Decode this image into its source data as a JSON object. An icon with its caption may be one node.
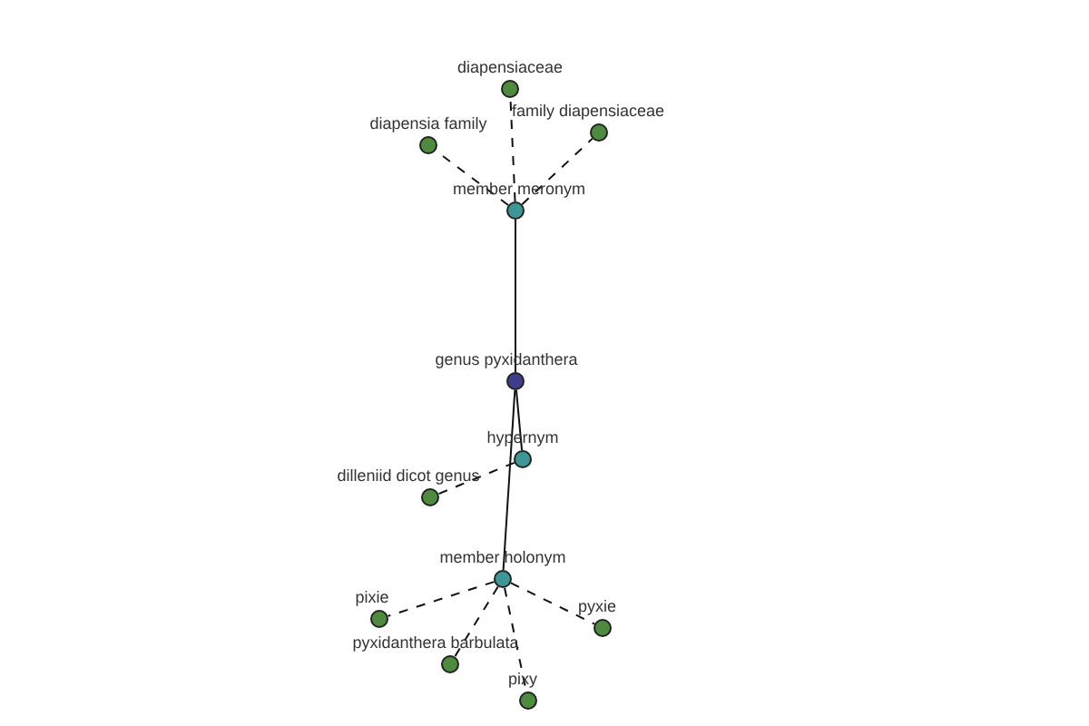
{
  "diagram": {
    "nodes": [
      {
        "text": [
          "diapensiaceae"
        ]
      },
      {
        "text": [
          "diapensia family"
        ]
      },
      {
        "text": [
          "family diapensiaceae"
        ]
      },
      {
        "text": [
          "member meronym"
        ]
      },
      {
        "text": [
          "genus pyxidanthera"
        ]
      },
      {
        "text": [
          "hypernym"
        ]
      },
      {
        "text": [
          "dilleniid dicot genus"
        ]
      },
      {
        "text": [
          "member holonym"
        ]
      },
      {
        "text": [
          "pixie"
        ]
      },
      {
        "text": [
          "pyxie"
        ]
      },
      {
        "text": [
          "pyxidanthera barbulata"
        ]
      },
      {
        "text": [
          "pixy"
        ]
      }
    ],
    "edges": [
      {
        "from": 3,
        "to": 0,
        "arrow": "none",
        "style": "dashed"
      },
      {
        "from": 3,
        "to": 1,
        "arrow": "none",
        "style": "dashed"
      },
      {
        "from": 3,
        "to": 2,
        "arrow": "none",
        "style": "dashed"
      },
      {
        "from": 4,
        "to": 3,
        "arrow": "none"
      },
      {
        "from": 4,
        "to": 5,
        "arrow": "none"
      },
      {
        "from": 5,
        "to": 6,
        "arrow": "none",
        "style": "dashed"
      },
      {
        "from": 4,
        "to": 7,
        "arrow": "none"
      },
      {
        "from": 7,
        "to": 8,
        "arrow": "none",
        "style": "dashed"
      },
      {
        "from": 7,
        "to": 9,
        "arrow": "none",
        "style": "dashed"
      },
      {
        "from": 7,
        "to": 10,
        "arrow": "none",
        "style": "dashed"
      },
      {
        "from": 7,
        "to": 11,
        "arrow": "none",
        "style": "dashed"
      }
    ]
  }
}
